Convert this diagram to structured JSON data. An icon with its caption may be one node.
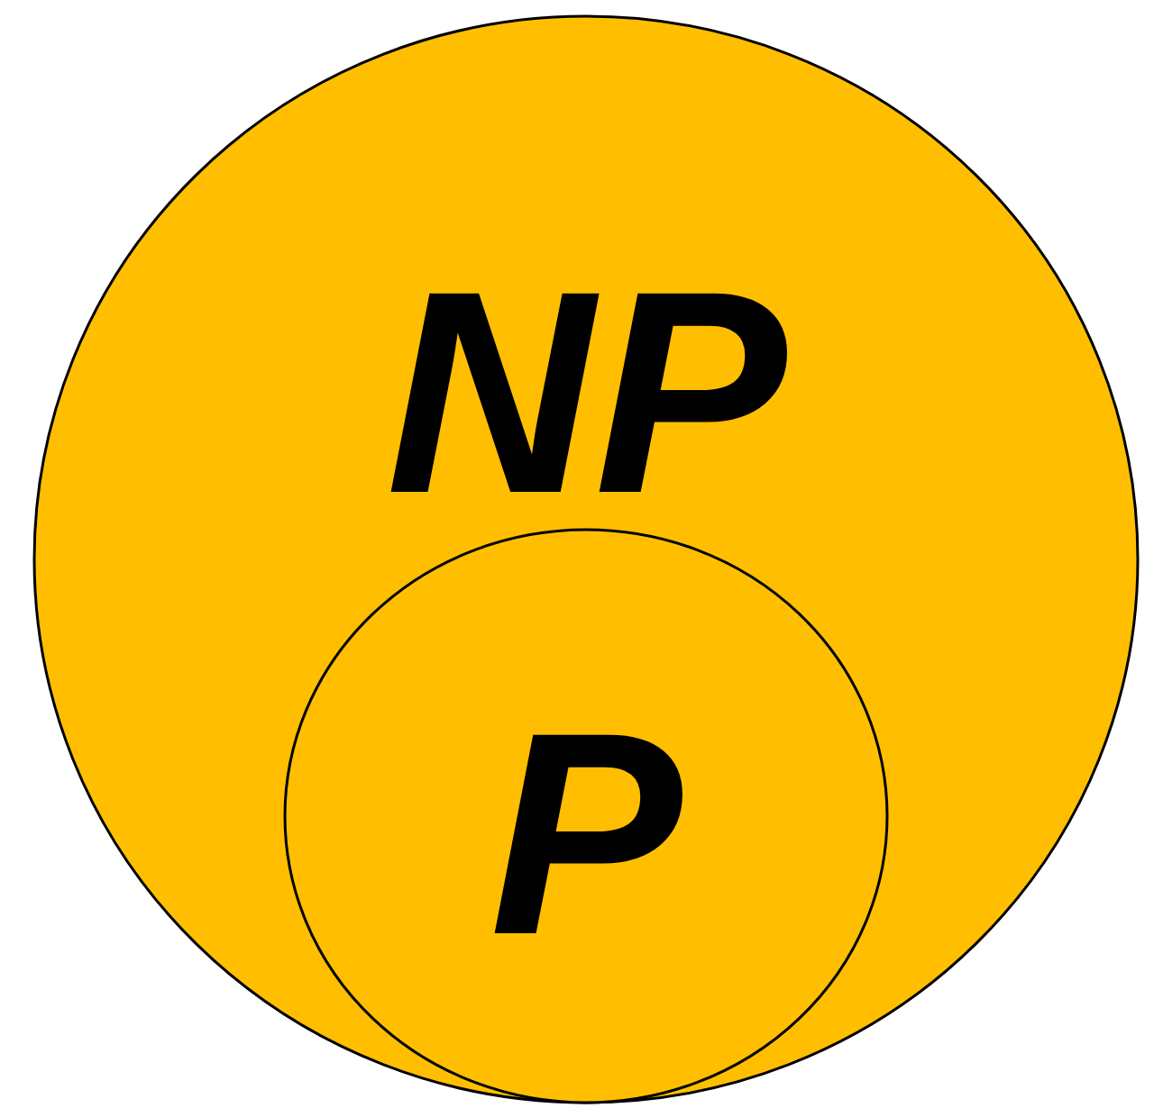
{
  "diagram": {
    "nodes": [
      {
        "text": [
          "NP"
        ]
      },
      {
        "text": [
          "P"
        ],
        "in": 0
      }
    ]
  }
}
